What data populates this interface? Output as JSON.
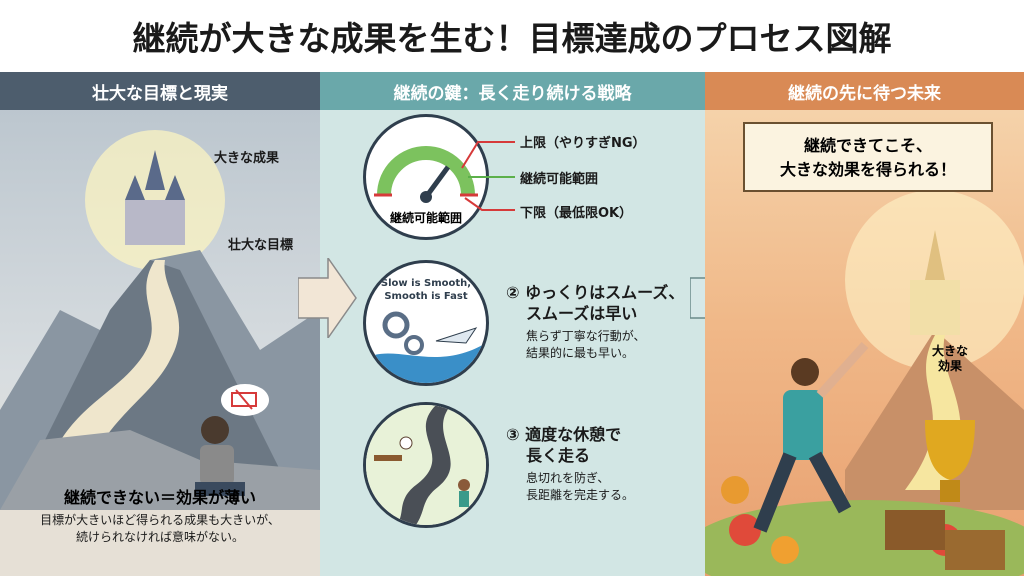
{
  "title": "継続が大きな成果を生む！目標達成のプロセス図解",
  "left": {
    "header": "壮大な目標と現実",
    "castle_label": "大きな成果",
    "mountain_label": "壮大な目標",
    "heading": "継続できない＝効果が薄い",
    "body_lines": [
      "目標が大きいほど得られる成果も大きいが、",
      "続けられなければ意味がない。"
    ]
  },
  "middle": {
    "header": "継続の鍵：長く走り続ける戦略",
    "gauge": {
      "caption": "継続可能範囲",
      "upper": "上限（やりすぎNG）",
      "range": "継続可能範囲",
      "lower": "下限（最低限OK）"
    },
    "item2": {
      "circle_text": [
        "Slow is Smooth,",
        "Smooth is Fast"
      ],
      "title_lines": [
        "② ゆっくりはスムーズ、",
        "スムーズは早い"
      ],
      "body_lines": [
        "焦らず丁寧な行動が、",
        "結果的に最も早い。"
      ]
    },
    "item3": {
      "title_lines": [
        "③ 適度な休憩で",
        "長く走る"
      ],
      "body_lines": [
        "息切れを防ぎ、",
        "長距離を完走する。"
      ]
    }
  },
  "right": {
    "header": "継続の先に待つ未来",
    "banner_lines": [
      "継続できてこそ、",
      "大きな効果を得られる！"
    ],
    "trophy_label": [
      "大きな",
      "効果"
    ]
  },
  "colors": {
    "left_header": "#4d5d6d",
    "mid_header": "#6aa8aa",
    "right_header": "#d98a55",
    "gauge_green": "#5cb04a",
    "limit_red": "#d63a3a"
  }
}
